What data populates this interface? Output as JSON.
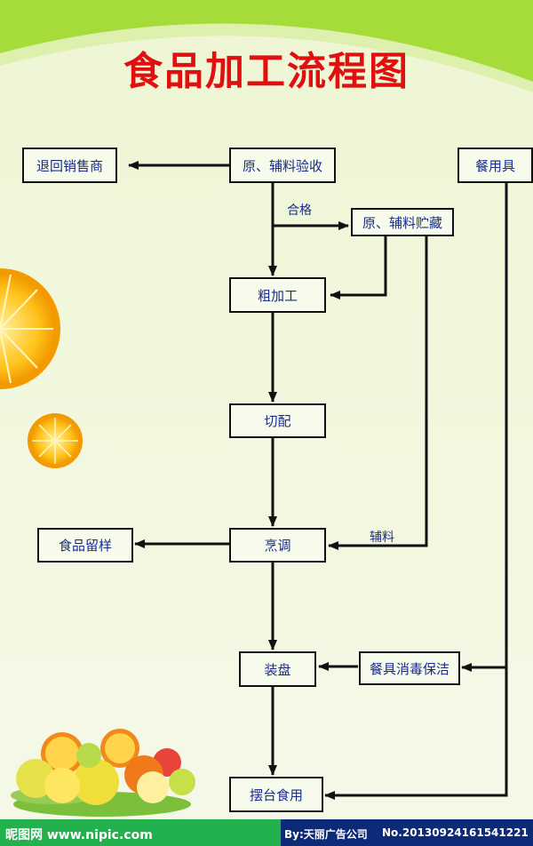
{
  "title": "食品加工流程图",
  "nodes": {
    "return": "退回销售商",
    "inspect": "原、辅料验收",
    "tableware": "餐用具",
    "storage": "原、辅料贮藏",
    "rough": "粗加工",
    "cut": "切配",
    "sample": "食品留样",
    "cook": "烹调",
    "plate": "装盘",
    "disinfect": "餐具消毒保洁",
    "serve": "摆台食用"
  },
  "labels": {
    "qualified": "合格",
    "auxiliary": "辅料"
  },
  "watermark": {
    "brand": "昵图网 www.nipic.com",
    "author": "By:天丽广告公司",
    "id": "No.20130924161541221"
  }
}
